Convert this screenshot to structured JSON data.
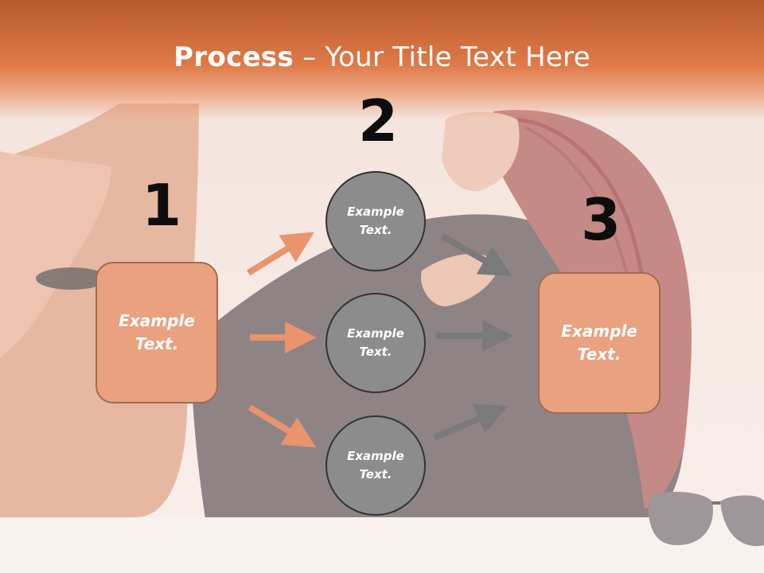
{
  "title": {
    "bold": "Process",
    "rest": " – Your Title Text Here"
  },
  "steps": [
    {
      "number": "1",
      "text_line1": "Example",
      "text_line2": "Text."
    },
    {
      "number": "2",
      "text_line1": "Example",
      "text_line2": "Text."
    },
    {
      "number": "3",
      "text_line1": "Example",
      "text_line2": "Text."
    }
  ],
  "circles": [
    {
      "text_line1": "Example",
      "text_line2": "Text."
    },
    {
      "text_line1": "Example",
      "text_line2": "Text."
    },
    {
      "text_line1": "Example",
      "text_line2": "Text."
    }
  ],
  "colors": {
    "title_band": "#e07a48",
    "box_fill": "#e9a17f",
    "box_border": "#a26a4e",
    "circle_fill": "#8c8c8c",
    "orange_arrow": "#e9946c",
    "gray_arrow": "#7a7a7a"
  }
}
